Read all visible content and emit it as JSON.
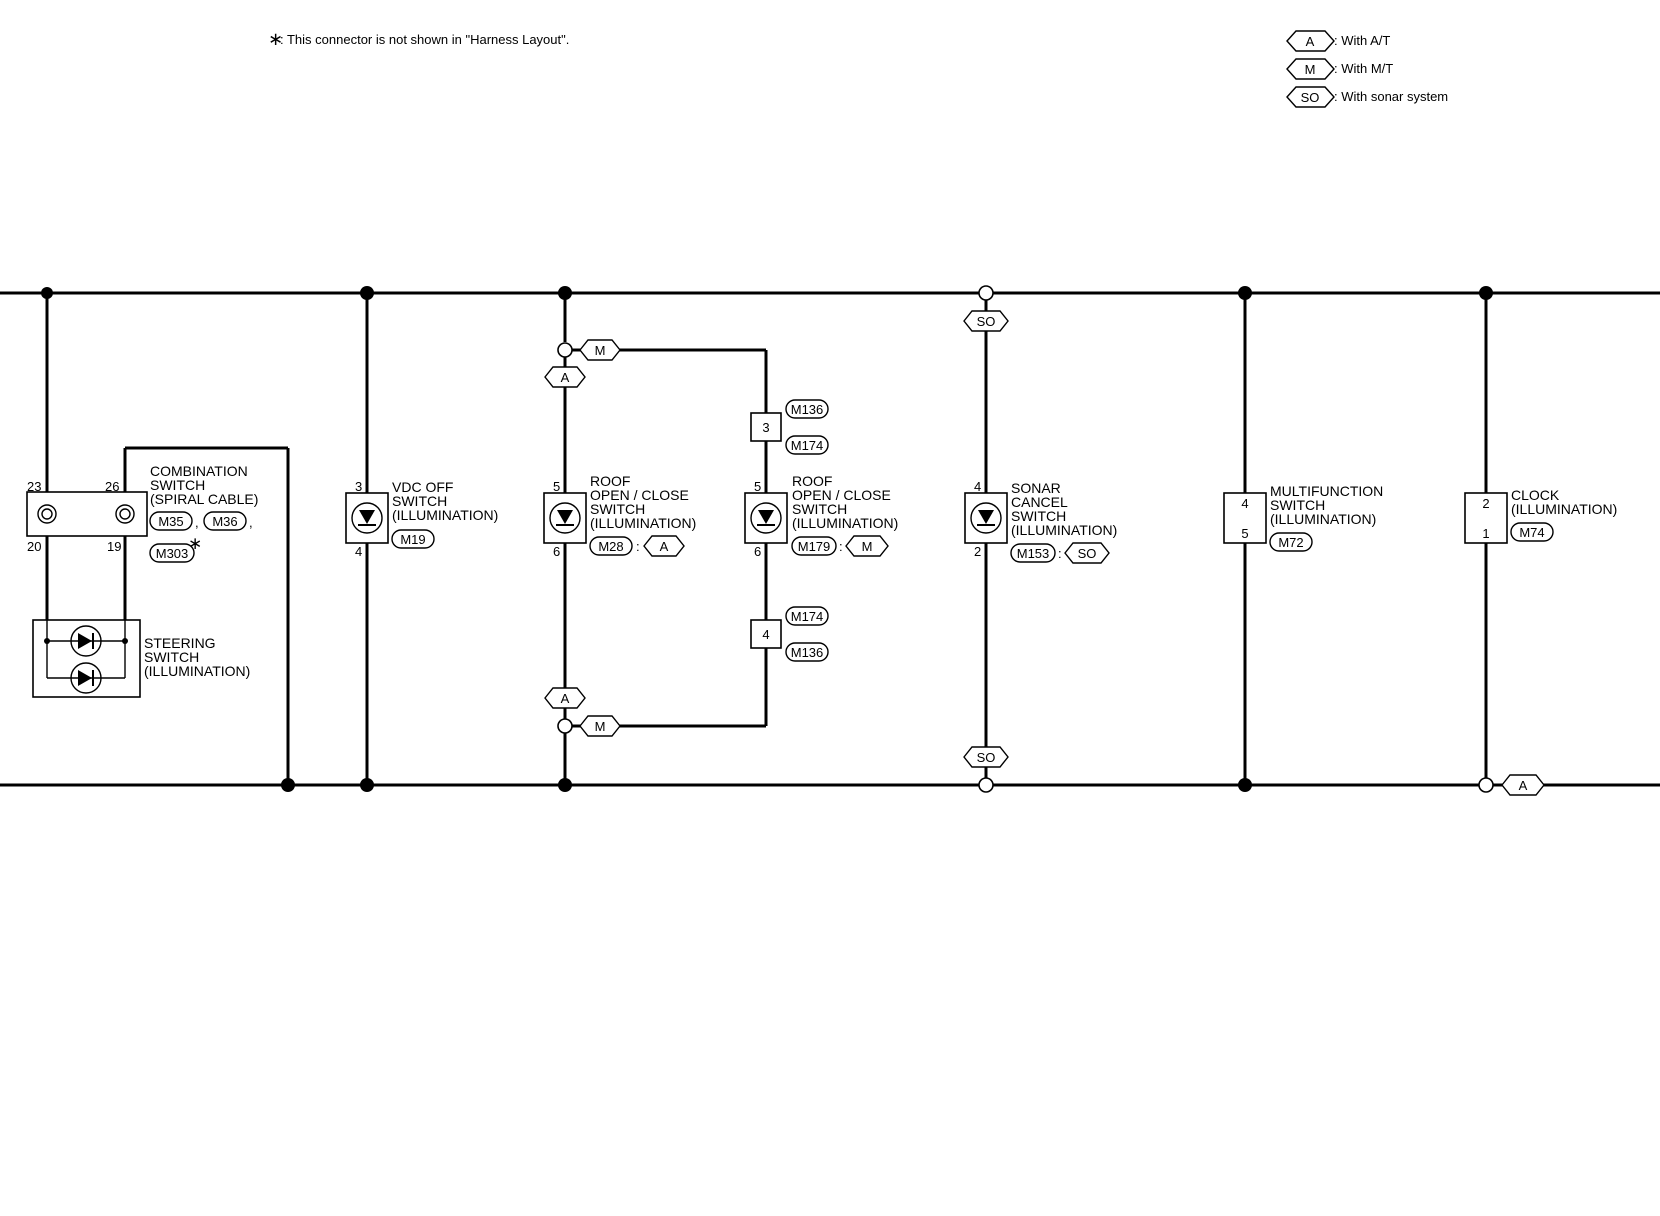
{
  "note": {
    "star": "∗",
    "text": ": This connector is not shown in \"Harness Layout\"."
  },
  "legend": [
    {
      "code": "A",
      "desc": ": With A/T"
    },
    {
      "code": "M",
      "desc": ": With M/T"
    },
    {
      "code": "SO",
      "desc": ": With sonar system"
    }
  ],
  "combination_switch": {
    "line1": "COMBINATION",
    "line2": "SWITCH",
    "line3": "(SPIRAL CABLE)",
    "pins": {
      "p23": "23",
      "p26": "26",
      "p20": "20",
      "p19": "19"
    },
    "connectors": [
      "M35",
      "M36",
      "M303"
    ],
    "sep": ",",
    "star": "∗"
  },
  "steering_switch": {
    "line1": "STEERING",
    "line2": "SWITCH",
    "line3": "(ILLUMINATION)"
  },
  "vdc_off_switch": {
    "line1": "VDC OFF",
    "line2": "SWITCH",
    "line3": "(ILLUMINATION)",
    "pin_top": "3",
    "pin_bottom": "4",
    "connector": "M19"
  },
  "roof_switch_at": {
    "line1": "ROOF",
    "line2": "OPEN / CLOSE",
    "line3": "SWITCH",
    "line4": "(ILLUMINATION)",
    "pin_top": "5",
    "pin_bottom": "6",
    "connector": "M28",
    "variant": "A"
  },
  "roof_switch_mt": {
    "line1": "ROOF",
    "line2": "OPEN / CLOSE",
    "line3": "SWITCH",
    "line4": "(ILLUMINATION)",
    "pin_top": "5",
    "pin_bottom": "6",
    "connector": "M179",
    "variant": "M"
  },
  "joint_top": {
    "pin": "3",
    "connectors": [
      "M136",
      "M174"
    ]
  },
  "joint_bottom": {
    "pin": "4",
    "connectors": [
      "M174",
      "M136"
    ]
  },
  "sonar_switch": {
    "line1": "SONAR",
    "line2": "CANCEL",
    "line3": "SWITCH",
    "line4": "(ILLUMINATION)",
    "pin_top": "4",
    "pin_bottom": "2",
    "connector": "M153",
    "variant": "SO"
  },
  "multifunction_switch": {
    "line1": "MULTIFUNCTION",
    "line2": "SWITCH",
    "line3": "(ILLUMINATION)",
    "pin_top": "4",
    "pin_bottom": "5",
    "connector": "M72"
  },
  "clock": {
    "line1": "CLOCK",
    "line2": "(ILLUMINATION)",
    "pin_top": "2",
    "pin_bottom": "1",
    "connector": "M74"
  },
  "tags": {
    "a": "A",
    "m": "M",
    "so": "SO"
  },
  "colon": ":"
}
